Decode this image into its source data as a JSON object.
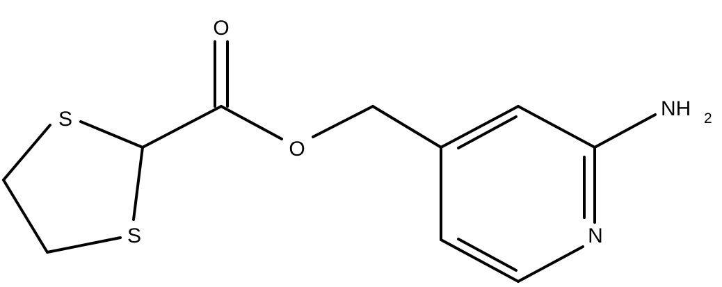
{
  "molecule": {
    "atoms": {
      "sulfur_top": "S",
      "sulfur_bottom": "S",
      "carbonyl_oxygen": "O",
      "ester_oxygen": "O",
      "ring_nitrogen": "N",
      "amine_nitrogen": "NH",
      "amine_subscript": "2"
    }
  }
}
